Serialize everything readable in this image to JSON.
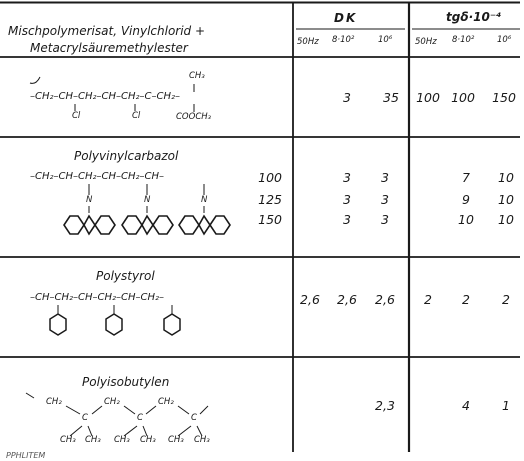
{
  "header": {
    "title_line1": "Mischpolymerisat, Vinylchlorid +",
    "title_line2": "Metacrylsäuremethylester",
    "dk": "DK",
    "tan": "tgδ·10⁻⁴",
    "freq": [
      "50Hz",
      "8·10²",
      "10⁶",
      "50Hz",
      "8·10²",
      "10⁶"
    ]
  },
  "rows": [
    {
      "formula": {
        "top": "CH₃",
        "main": "–CH₂–CH–CH₂–CH–CH₂–C–CH₂–",
        "sub1": "Cl",
        "sub2": "Cl",
        "sub3": "COOCH₃"
      },
      "values": [
        "3",
        "35",
        "100",
        "100",
        "150"
      ]
    },
    {
      "name": "Polyvinylcarbazol",
      "formula": {
        "main": "–CH₂–CH–CH₂–CH–CH₂–CH–",
        "n": "N"
      },
      "lines": [
        {
          "temp": "100",
          "v": [
            "3",
            "3",
            "7",
            "10"
          ]
        },
        {
          "temp": "125",
          "v": [
            "3",
            "3",
            "9",
            "10"
          ]
        },
        {
          "temp": "150",
          "v": [
            "3",
            "3",
            "10",
            "10"
          ]
        }
      ]
    },
    {
      "name": "Polystyrol",
      "formula": {
        "main": "–CH–CH₂–CH–CH₂–CH–CH₂–"
      },
      "values": [
        "2,6",
        "2,6",
        "2,6",
        "2",
        "2",
        "2"
      ]
    },
    {
      "name": "Polyisobutylen",
      "formula": {
        "ch2": "CH₂",
        "c": "C",
        "ch3": "CH₃"
      },
      "values": [
        "2,3",
        "4",
        "1"
      ]
    }
  ],
  "footer": "PPHLITEM"
}
